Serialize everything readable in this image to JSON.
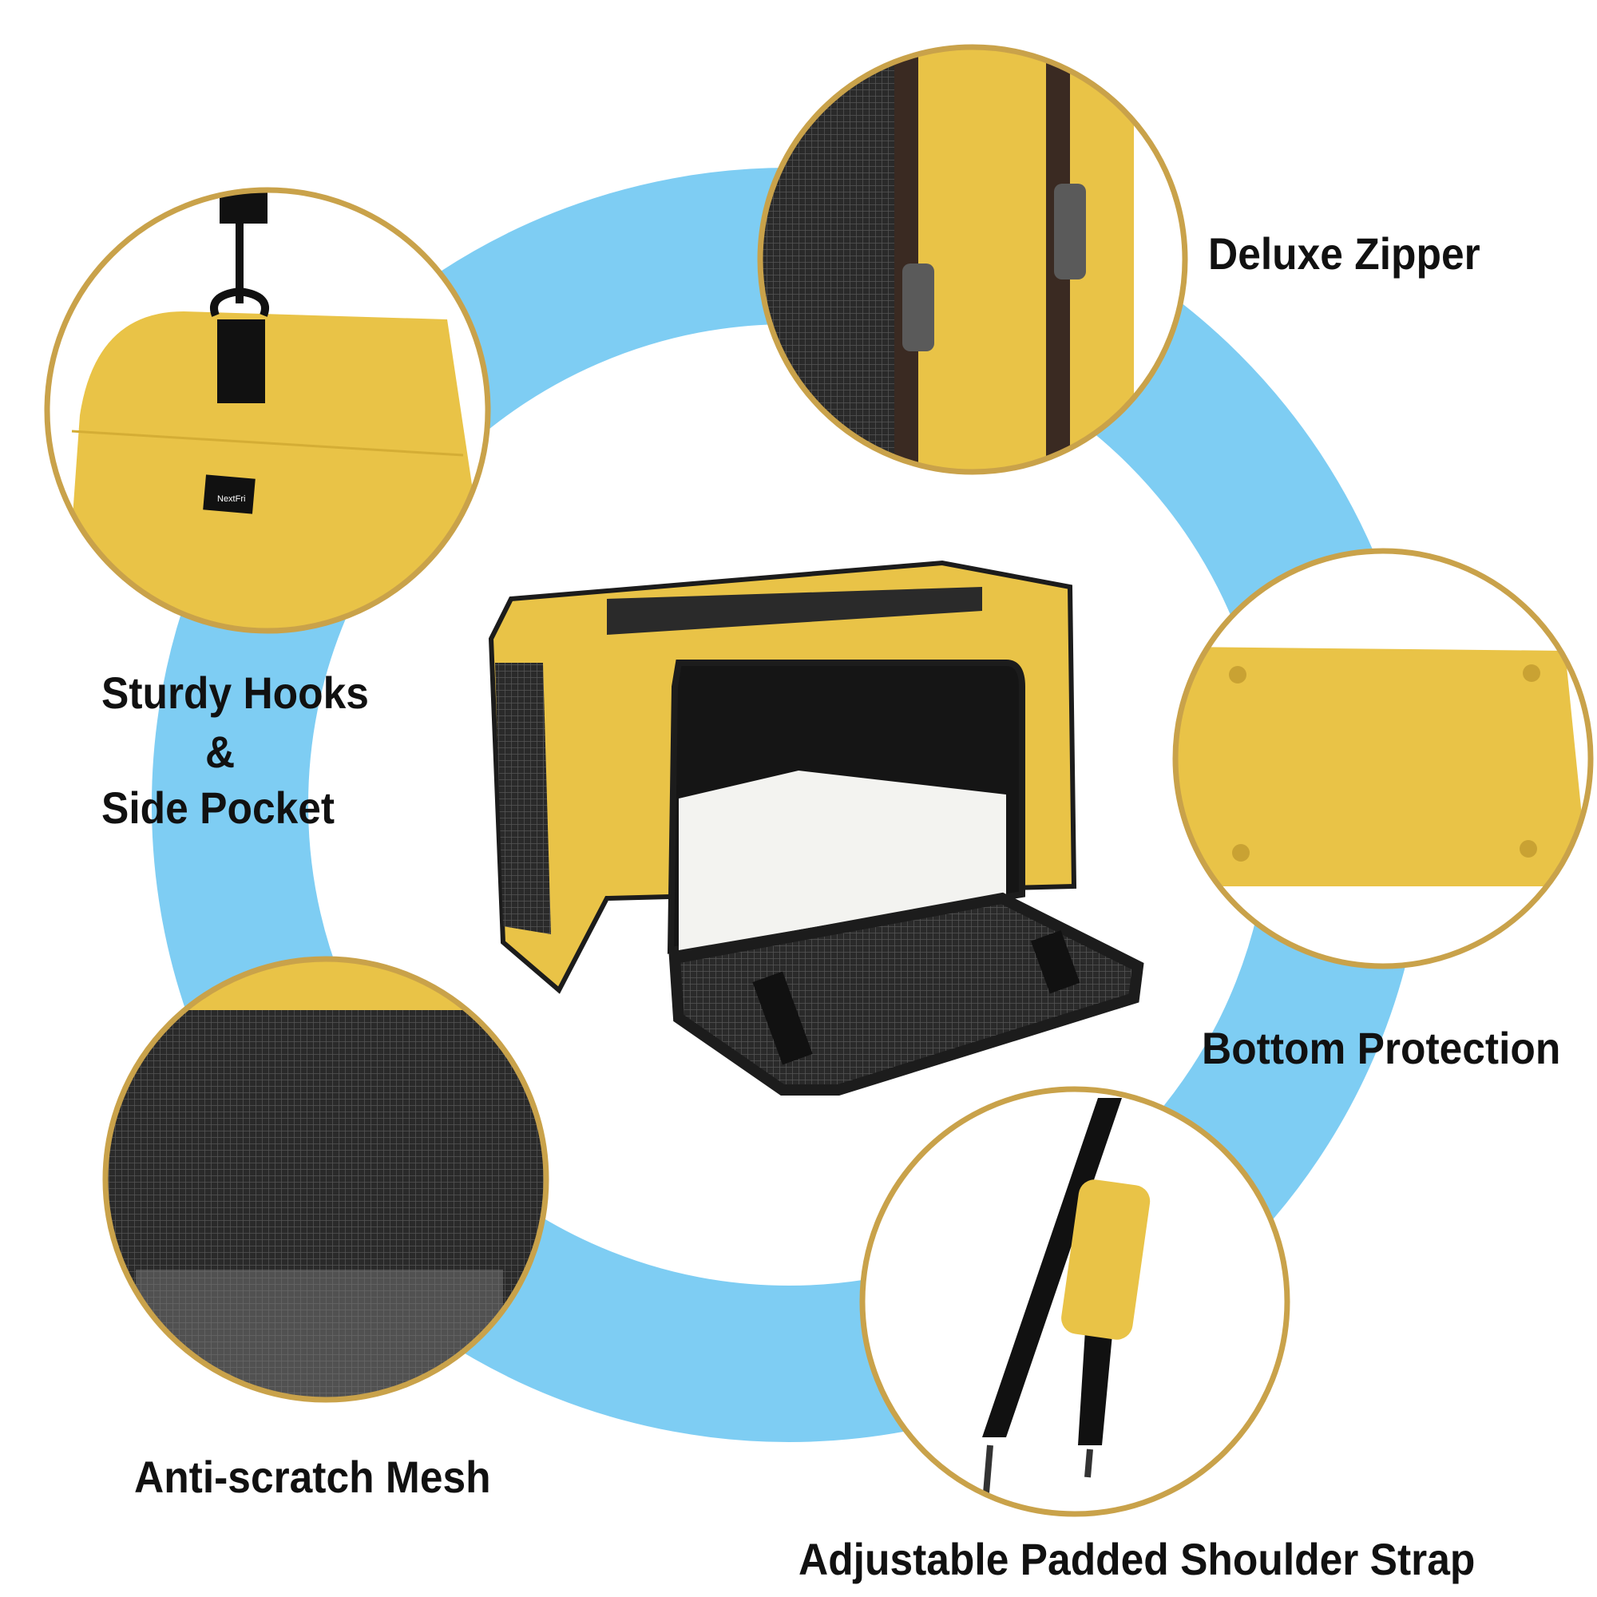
{
  "colors": {
    "ring": "#7ecdf3",
    "border": "#c9a24a",
    "yellow": "#e9c347",
    "black": "#1c1c1c"
  },
  "brand_logo": "NextFri",
  "features": [
    {
      "label": "Deluxe Zipper"
    },
    {
      "label_lines": [
        "Sturdy Hooks",
        "&",
        "Side Pocket"
      ]
    },
    {
      "label": "Bottom Protection"
    },
    {
      "label": "Anti-scratch Mesh"
    },
    {
      "label": "Adjustable Padded Shoulder Strap"
    }
  ]
}
